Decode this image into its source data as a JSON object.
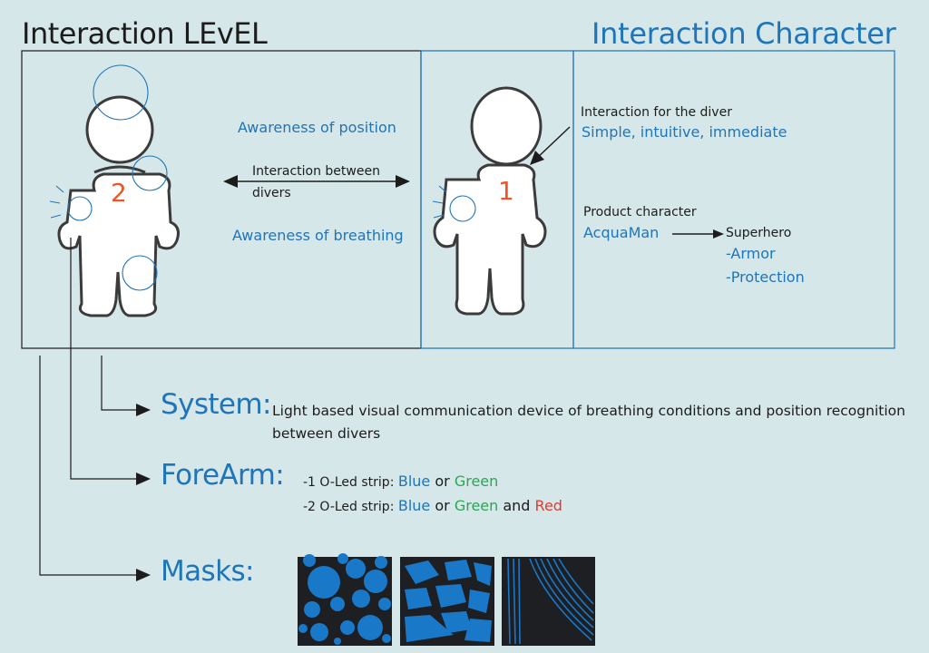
{
  "header": {
    "left_title": "Interaction LEvEL",
    "right_title": "Interaction Character"
  },
  "panel_left": {
    "figure_number": "2",
    "awareness_position": "Awareness of position",
    "interaction_between_line1": "Interaction between",
    "interaction_between_line2": "divers",
    "awareness_breathing": "Awareness of breathing"
  },
  "panel_middle": {
    "figure_number": "1"
  },
  "panel_right": {
    "interaction_label": "Interaction for the diver",
    "interaction_value": "Simple, intuitive, immediate",
    "product_label": "Product character",
    "product_value": "AcquaMan",
    "superhero": "Superhero",
    "armor": "-Armor",
    "protection": "-Protection"
  },
  "system": {
    "heading": "System:",
    "line1": "Light based visual communication device of breathing conditions and position recognition",
    "line2": "between divers"
  },
  "forearm": {
    "heading": "ForeArm:",
    "line1_prefix": "-1 O-Led strip: ",
    "line1_blue": "Blue",
    "line1_or": " or ",
    "line1_green": "Green",
    "line2_prefix": "-2 O-Led strip: ",
    "line2_blue": "Blue",
    "line2_or": " or ",
    "line2_green": "Green",
    "line2_and": " and ",
    "line2_red": "Red"
  },
  "masks": {
    "heading": "Masks:"
  },
  "colors": {
    "accent_blue": "#1f75b9",
    "green": "#27a94f",
    "red": "#e53a2e",
    "number_orange": "#e8582a",
    "background": "#d6e7e9"
  }
}
